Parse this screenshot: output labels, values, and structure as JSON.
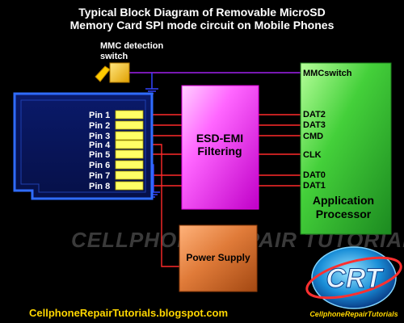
{
  "title": {
    "line1": "Typical Block Diagram of Removable MicroSD",
    "line2": "Memory Card SPI mode circuit on Mobile Phones"
  },
  "switch": {
    "label_line1": "MMC detection",
    "label_line2": "switch"
  },
  "card": {
    "pins": [
      "Pin 1",
      "Pin 2",
      "Pin 3",
      "Pin 4",
      "Pin 5",
      "Pin 6",
      "Pin 7",
      "Pin 8"
    ]
  },
  "esd_block": {
    "label_line1": "ESD-EMI",
    "label_line2": "Filtering"
  },
  "processor": {
    "signals": [
      "MMCswitch",
      "DAT2",
      "DAT3",
      "CMD",
      "CLK",
      "DAT0",
      "DAT1"
    ],
    "label_line1": "Application",
    "label_line2": "Processor"
  },
  "power_supply": {
    "label": "Power Supply"
  },
  "watermark": {
    "text": "CELLPHONE REPAIR TUTORIALS"
  },
  "logo": {
    "letters": "CRT",
    "caption": "CellphoneRepairTutorials"
  },
  "footer": {
    "url": "CellphoneRepairTutorials.blogspot.com"
  },
  "colors": {
    "background": "#000000",
    "esd_fill": "#ff66ff",
    "processor_fill": "#33cc33",
    "power_fill": "#e07b39",
    "switch_fill": "#ffcc00",
    "wire_red": "#ff2a2a",
    "wire_purple": "#a020f0",
    "wire_blue": "#3344ff",
    "footer_text": "#ffd700"
  }
}
